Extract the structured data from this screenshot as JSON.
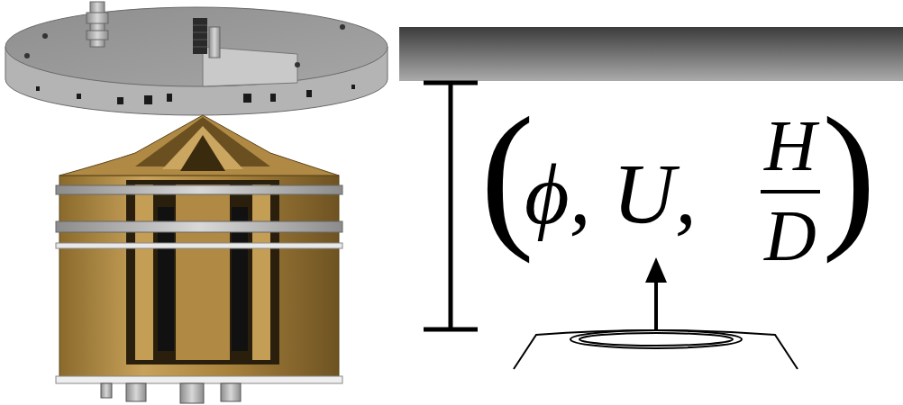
{
  "diagram": {
    "labels": [
      "(",
      "ϕ, U,",
      "H",
      "D",
      ")"
    ]
  }
}
